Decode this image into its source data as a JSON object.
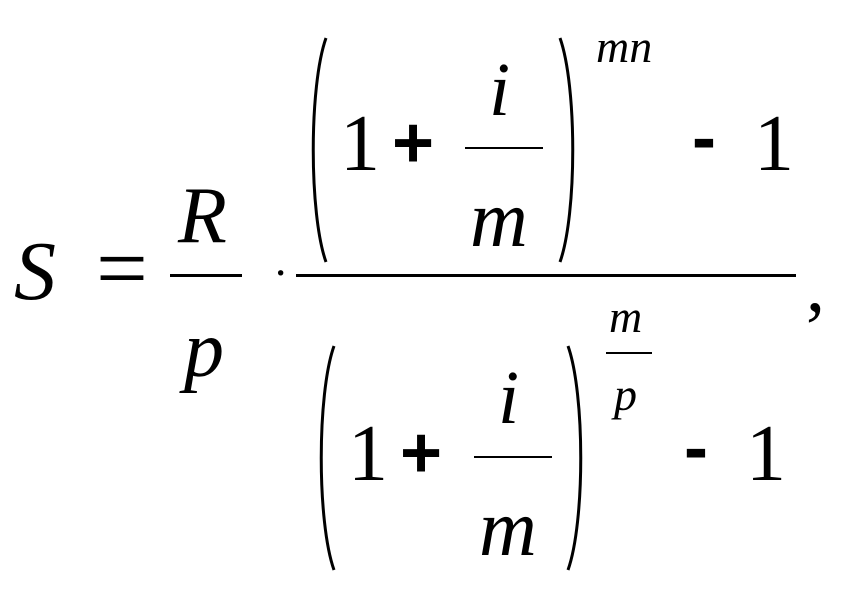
{
  "formula": {
    "lhs": "S",
    "equals": "=",
    "R": "R",
    "p": "p",
    "dot": "·",
    "one": "1",
    "plus": "+",
    "i": "i",
    "m": "m",
    "exp_mn": "mn",
    "exp_m": "m",
    "exp_p": "p",
    "minus": "-",
    "comma": ","
  }
}
